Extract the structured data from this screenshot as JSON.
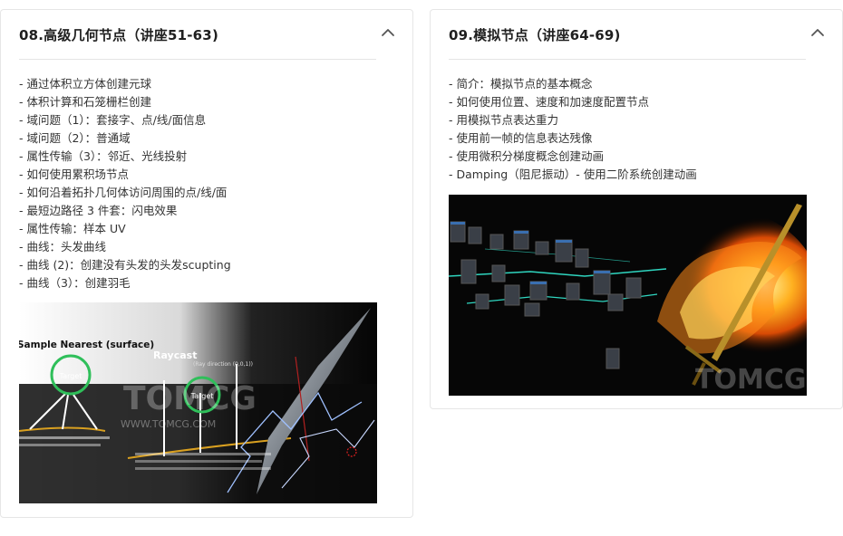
{
  "cards": [
    {
      "title": "08.高级几何节点（讲座51-63)",
      "items": [
        "- 通过体积立方体创建元球",
        "- 体积计算和石笼栅栏创建",
        "- 域问题（1）：套接字、点/线/面信息",
        "- 域问题（2）：普通域",
        "- 属性传输（3）：邻近、光线投射",
        "- 如何使用累积场节点",
        "- 如何沿着拓扑几何体访问周围的点/线/面",
        "- 最短边路径 3 件套：闪电效果",
        "- 属性传输：样本 UV",
        "- 曲线：头发曲线",
        "- 曲线 (2)：创建没有头发的头发scupting",
        "- 曲线（3）：创建羽毛"
      ],
      "thumbnail": {
        "labels": {
          "sample_nearest": "Sample Nearest (surface)",
          "raycast": "Raycast",
          "raycast_note": "(Ray direction (0,0,1))",
          "target1": "Target",
          "target2": "Target",
          "watermark": "TOMCG",
          "watermark_url": "WWW.TOMCG.COM"
        }
      }
    },
    {
      "title": "09.模拟节点（讲座64-69)",
      "items": [
        "- 简介：模拟节点的基本概念",
        "- 如何使用位置、速度和加速度配置节点",
        "- 用模拟节点表达重力",
        "- 使用前一帧的信息表达残像",
        "- 使用微积分梯度概念创建动画",
        "- Damping（阻尼振动）- 使用二阶系统创建动画"
      ],
      "thumbnail": {
        "labels": {
          "watermark": "TOMCG"
        }
      }
    }
  ],
  "icons": {
    "collapse": "chevron-up-icon"
  },
  "colors": {
    "circle_green": "#2fbf5a",
    "fire": "#ff8a1a",
    "node_line": "#2fd6c0"
  }
}
